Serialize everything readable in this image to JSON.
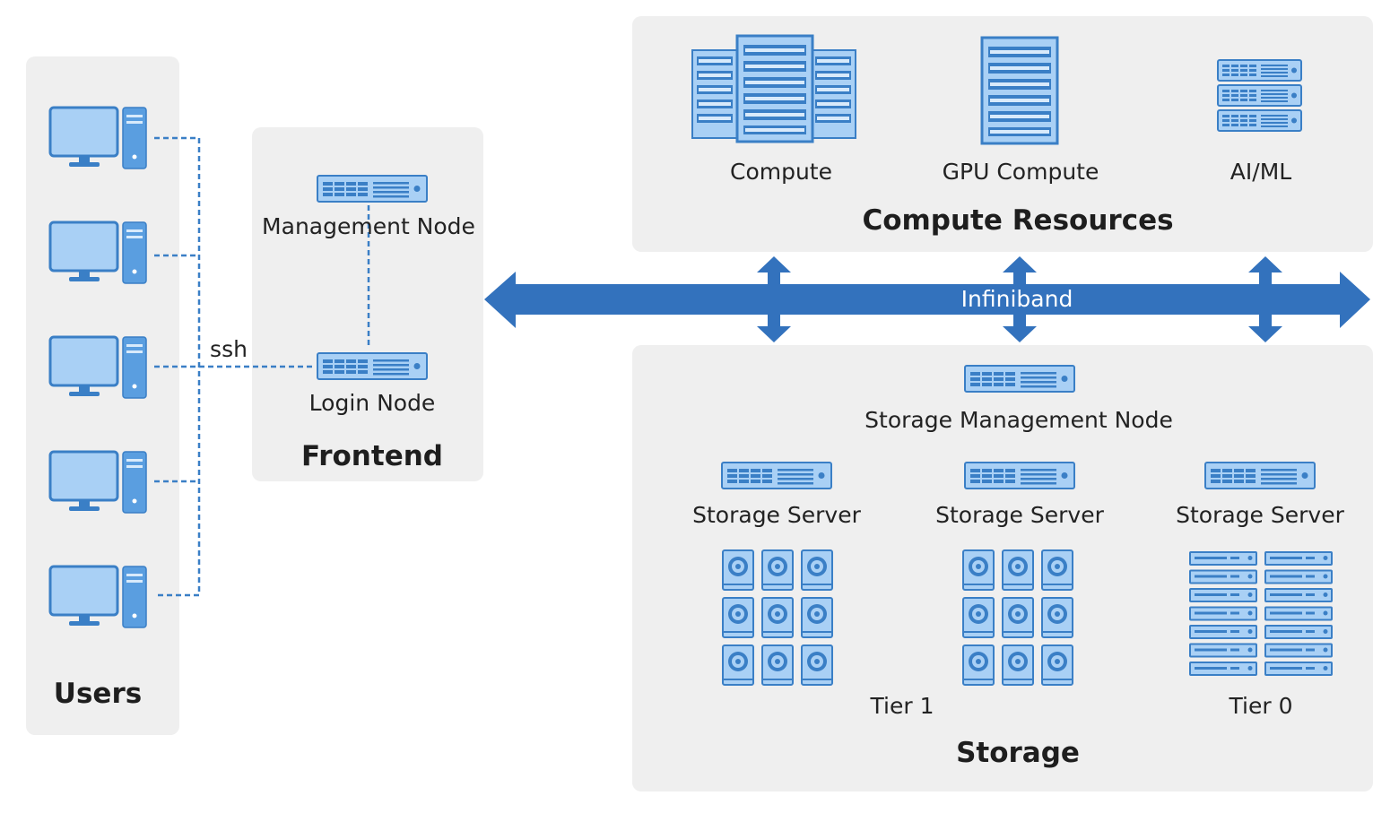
{
  "colors": {
    "panel_bg": "#efefef",
    "icon_fill": "#a9d0f5",
    "icon_stroke": "#3a7fc6",
    "bus": "#3372bd",
    "connector": "#3a7fc6"
  },
  "users": {
    "title": "Users",
    "workstation_icon": "desktop-computer-icon"
  },
  "frontend": {
    "title": "Frontend",
    "management_node": "Management Node",
    "login_node": "Login Node",
    "ssh_label": "ssh"
  },
  "compute": {
    "title": "Compute Resources",
    "items": [
      {
        "label": "Compute",
        "icon": "server-rack-cluster-icon"
      },
      {
        "label": "GPU Compute",
        "icon": "gpu-rack-icon"
      },
      {
        "label": "AI/ML",
        "icon": "ai-ml-server-stack-icon"
      }
    ]
  },
  "interconnect": {
    "label": "Infiniband"
  },
  "storage": {
    "title": "Storage",
    "management_node": "Storage Management Node",
    "servers": [
      "Storage Server",
      "Storage Server",
      "Storage Server"
    ],
    "tiers": [
      "Tier 1",
      "Tier 0"
    ]
  }
}
